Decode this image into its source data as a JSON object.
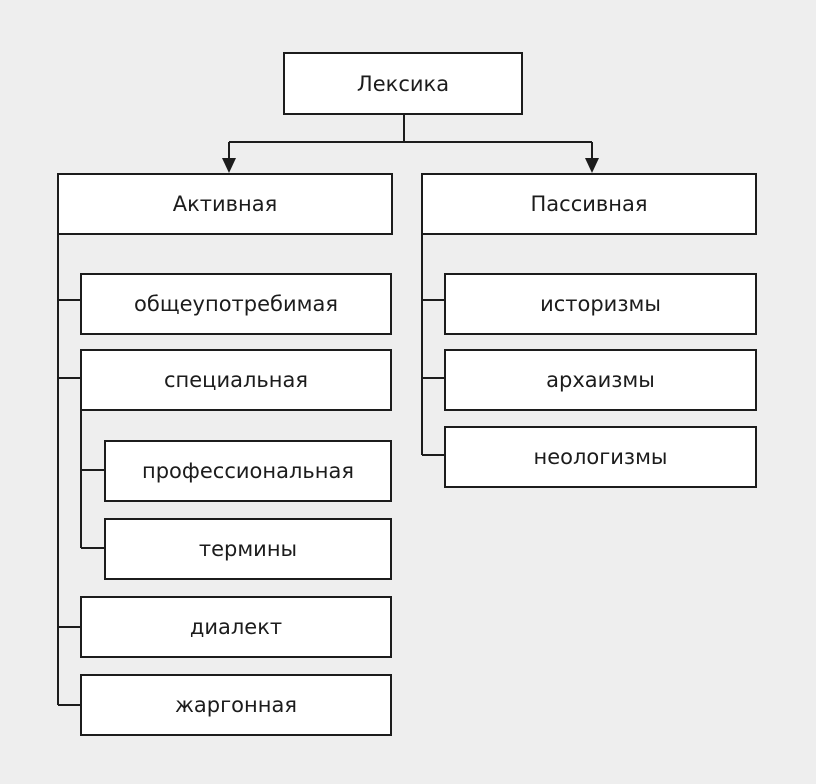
{
  "diagram": {
    "root": "Лексика",
    "active": {
      "label": "Активная",
      "items": [
        "общеупотребимая",
        "специальная",
        "профессиональная",
        "термины",
        "диалект",
        "жаргонная"
      ]
    },
    "passive": {
      "label": "Пассивная",
      "items": [
        "историзмы",
        "архаизмы",
        "неологизмы"
      ]
    }
  },
  "colors": {
    "background": "#eeeeee",
    "box_fill": "#ffffff",
    "line": "#1c1c1c"
  }
}
